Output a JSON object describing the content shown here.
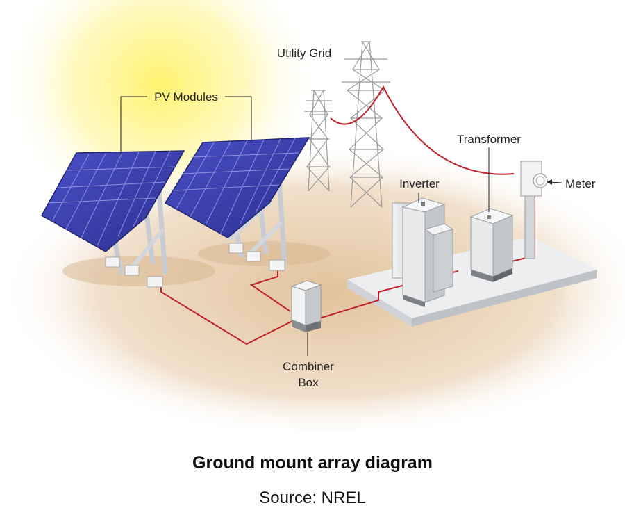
{
  "diagram": {
    "labels": {
      "utility_grid": "Utility Grid",
      "pv_modules": "PV Modules",
      "transformer": "Transformer",
      "inverter": "Inverter",
      "meter": "Meter",
      "combiner_line1": "Combiner",
      "combiner_line2": "Box"
    },
    "colors": {
      "panel": "#3a3fb0",
      "panel_grid": "#9aa2e8",
      "wire": "#c0202a",
      "ground": "#e8cfae",
      "sun_glow": "#fff27a",
      "equipment": "#e4e6e8",
      "pad": "#eceef0"
    }
  },
  "caption": {
    "title": "Ground mount array diagram",
    "source": "Source: NREL"
  }
}
